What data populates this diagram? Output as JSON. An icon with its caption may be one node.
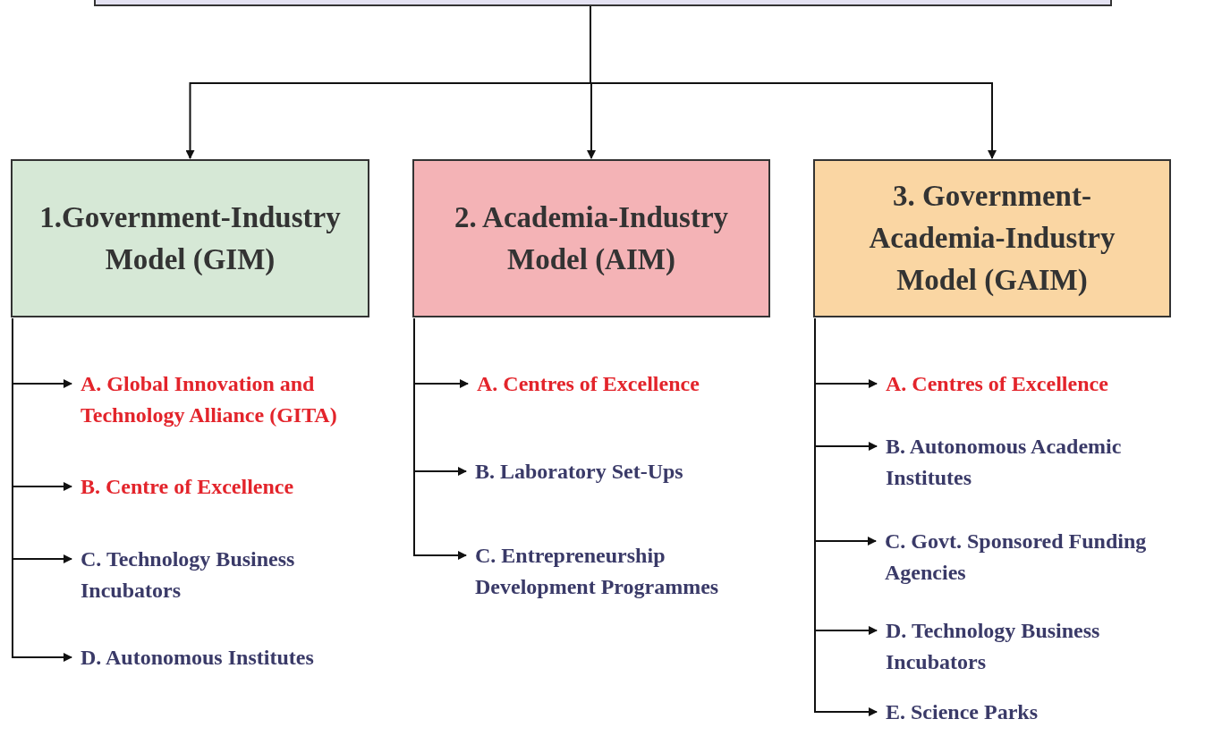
{
  "diagram": {
    "nodes": [
      {
        "text": [],
        "shape": "box"
      },
      {
        "text": [
          "1.Government-Industry Model (GIM)"
        ]
      },
      {
        "text": [
          "2. Academia-Industry Model (AIM)"
        ]
      },
      {
        "text": [
          "3. Government-Academia-Industry Model (GAIM)"
        ]
      },
      {
        "text": [
          "A. Global Innovation and Technology Alliance (GITA)"
        ]
      },
      {
        "text": [
          "B. Centre of Excellence"
        ]
      },
      {
        "text": [
          "C. Technology Business Incubators"
        ]
      },
      {
        "text": [
          "D. Autonomous Institutes"
        ]
      },
      {
        "text": [
          "A. Centres of Excellence"
        ]
      },
      {
        "text": [
          "B. Laboratory Set-Ups"
        ]
      },
      {
        "text": [
          "C. Entrepreneurship Development Programmes"
        ]
      },
      {
        "text": [
          "A. Centres of Excellence"
        ]
      },
      {
        "text": [
          "B. Autonomous Academic Institutes"
        ]
      },
      {
        "text": [
          "C. Govt. Sponsored Funding Agencies"
        ]
      },
      {
        "text": [
          "D. Technology Business Incubators"
        ]
      },
      {
        "text": [
          "E. Science Parks"
        ]
      }
    ],
    "edges": [
      {
        "from": 0,
        "to": 1,
        "arrow": "to"
      },
      {
        "from": 0,
        "to": 2,
        "arrow": "to"
      },
      {
        "from": 0,
        "to": 3,
        "arrow": "to"
      },
      {
        "from": 1,
        "to": 4,
        "arrow": "to"
      },
      {
        "from": 1,
        "to": 5,
        "arrow": "to"
      },
      {
        "from": 1,
        "to": 6,
        "arrow": "to"
      },
      {
        "from": 1,
        "to": 7,
        "arrow": "to"
      },
      {
        "from": 2,
        "to": 8,
        "arrow": "to"
      },
      {
        "from": 2,
        "to": 9,
        "arrow": "to"
      },
      {
        "from": 2,
        "to": 10,
        "arrow": "to"
      },
      {
        "from": 3,
        "to": 11,
        "arrow": "to"
      },
      {
        "from": 3,
        "to": 12,
        "arrow": "to"
      },
      {
        "from": 3,
        "to": 13,
        "arrow": "to"
      },
      {
        "from": 3,
        "to": 14,
        "arrow": "to"
      },
      {
        "from": 3,
        "to": 15,
        "arrow": "to"
      }
    ]
  }
}
